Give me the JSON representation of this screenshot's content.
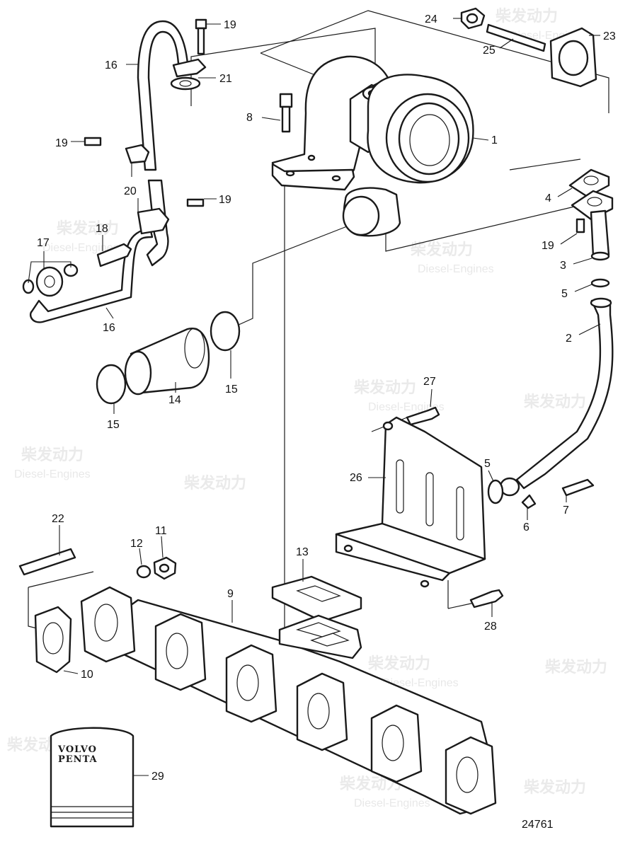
{
  "diagram": {
    "drawing_number": "24761",
    "brand": {
      "line1": "VOLVO",
      "line2": "PENTA"
    },
    "watermark": {
      "cn": "柴发动力",
      "en": "Diesel-Engines"
    },
    "labels": {
      "p1": "1",
      "p2": "2",
      "p3": "3",
      "p4": "4",
      "p5a": "5",
      "p5b": "5",
      "p6": "6",
      "p7": "7",
      "p8": "8",
      "p9": "9",
      "p10": "10",
      "p11": "11",
      "p12": "12",
      "p13": "13",
      "p14": "14",
      "p15a": "15",
      "p15b": "15",
      "p16a": "16",
      "p16b": "16",
      "p17": "17",
      "p18": "18",
      "p19a": "19",
      "p19b": "19",
      "p19c": "19",
      "p19d": "19",
      "p20": "20",
      "p21": "21",
      "p22": "22",
      "p23": "23",
      "p24": "24",
      "p25": "25",
      "p26": "26",
      "p27": "27",
      "p28": "28",
      "p29": "29"
    }
  }
}
